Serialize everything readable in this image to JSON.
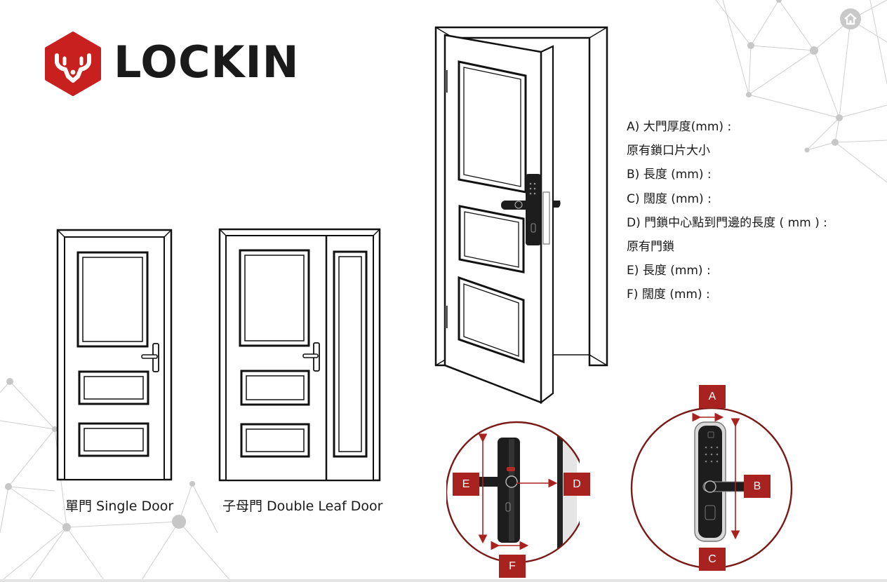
{
  "brand": {
    "name": "LOCKIN",
    "accent_color": "#a8221f"
  },
  "doors": {
    "single_caption": "單門  Single Door",
    "double_caption": "子母門  Double Leaf Door"
  },
  "spec_list": {
    "items": [
      "A)  大門厚度(mm) :",
      "原有鎖口片大小",
      "B)  長度  (mm) :",
      "C)  闊度  (mm) :",
      "D)  門鎖中心點到門邊的長度 ( mm ) :",
      "原有門鎖",
      "E)  長度  (mm) :",
      "F)  闊度  (mm) :"
    ]
  },
  "measure_tags": {
    "a": "A",
    "b": "B",
    "c": "C",
    "d": "D",
    "e": "E",
    "f": "F"
  },
  "icons": {
    "logo": "bull-head-logo-icon",
    "home": "home-icon"
  }
}
